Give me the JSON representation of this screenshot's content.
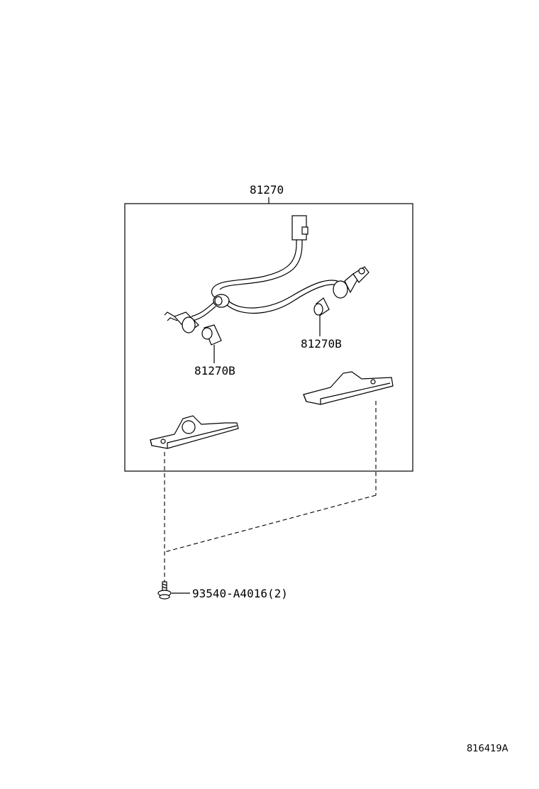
{
  "parts": {
    "assembly": "81270",
    "bulb_right": "81270B",
    "bulb_left": "81270B",
    "screw": "93540-A4016(2)"
  },
  "illustration_id": "816419A"
}
